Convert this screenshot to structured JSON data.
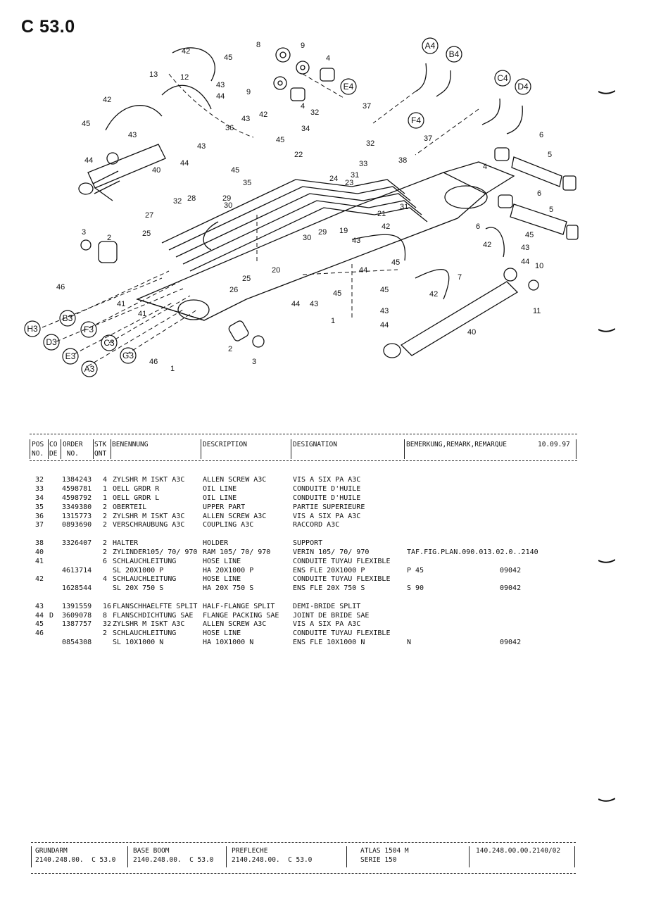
{
  "page_code": "C 53.0",
  "diagram": {
    "callouts": [
      "42",
      "45",
      "13",
      "12",
      "43",
      "44",
      "42",
      "45",
      "43",
      "44",
      "40",
      "8",
      "9",
      "4",
      "9",
      "4",
      "32",
      "37",
      "43",
      "42",
      "34",
      "36",
      "45",
      "44",
      "43",
      "45",
      "35",
      "22",
      "24",
      "23",
      "31",
      "33",
      "38",
      "32",
      "37",
      "6",
      "5",
      "4",
      "6",
      "5",
      "28",
      "29",
      "30",
      "32",
      "27",
      "25",
      "3",
      "2",
      "20",
      "19",
      "21",
      "31",
      "30",
      "29",
      "42",
      "43",
      "45",
      "44",
      "42",
      "43",
      "44",
      "7",
      "10",
      "11",
      "40",
      "46",
      "41",
      "41",
      "26",
      "25",
      "2",
      "3",
      "1",
      "45",
      "44",
      "43",
      "45",
      "42",
      "43",
      "44",
      "1",
      "46",
      "6",
      "45"
    ],
    "circle_labels": [
      "A4",
      "B4",
      "C4",
      "D4",
      "E4",
      "F4",
      "H3",
      "B3",
      "F3",
      "D3",
      "C3",
      "E3",
      "G3",
      "A3"
    ]
  },
  "table": {
    "header": {
      "pos_no": "POS\nNO.",
      "co_de": "CO\nDE",
      "order_no": "ORDER\n NO.",
      "stk_qnt": "STK\nQNT",
      "benennung": "BENENNUNG",
      "description": "DESCRIPTION",
      "designation": "DESIGNATION",
      "remark": "BEMERKUNG,REMARK,REMARQUE",
      "date": "10.09.97"
    },
    "groups": [
      [
        {
          "pos": "32",
          "co": "",
          "order": "1384243",
          "qty": "4",
          "ben": "ZYLSHR M ISKT A3C",
          "desc": "ALLEN SCREW A3C",
          "desig": "VIS A SIX PA A3C",
          "rem": "",
          "code": ""
        },
        {
          "pos": "33",
          "co": "",
          "order": "4598781",
          "qty": "1",
          "ben": "OELL GRDR R",
          "desc": "OIL LINE",
          "desig": "CONDUITE D'HUILE",
          "rem": "",
          "code": ""
        },
        {
          "pos": "34",
          "co": "",
          "order": "4598792",
          "qty": "1",
          "ben": "OELL GRDR L",
          "desc": "OIL LINE",
          "desig": "CONDUITE D'HUILE",
          "rem": "",
          "code": ""
        },
        {
          "pos": "35",
          "co": "",
          "order": "3349380",
          "qty": "2",
          "ben": "OBERTEIL",
          "desc": "UPPER PART",
          "desig": "PARTIE SUPERIEURE",
          "rem": "",
          "code": ""
        },
        {
          "pos": "36",
          "co": "",
          "order": "1315773",
          "qty": "2",
          "ben": "ZYLSHR M ISKT A3C",
          "desc": "ALLEN SCREW A3C",
          "desig": "VIS A SIX PA A3C",
          "rem": "",
          "code": ""
        },
        {
          "pos": "37",
          "co": "",
          "order": "0893690",
          "qty": "2",
          "ben": "VERSCHRAUBUNG A3C",
          "desc": "COUPLING A3C",
          "desig": "RACCORD A3C",
          "rem": "",
          "code": ""
        }
      ],
      [
        {
          "pos": "38",
          "co": "",
          "order": "3326407",
          "qty": "2",
          "ben": "HALTER",
          "desc": "HOLDER",
          "desig": "SUPPORT",
          "rem": "",
          "code": ""
        },
        {
          "pos": "40",
          "co": "",
          "order": "",
          "qty": "2",
          "ben": "ZYLINDER105/ 70/ 970",
          "desc": "RAM 105/ 70/ 970",
          "desig": "VERIN 105/ 70/ 970",
          "rem": "TAF.FIG.PLAN.090.013.02.0..2140",
          "code": ""
        },
        {
          "pos": "41",
          "co": "",
          "order": "",
          "qty": "6",
          "ben": "SCHLAUCHLEITUNG",
          "desc": "HOSE LINE",
          "desig": "CONDUITE TUYAU FLEXIBLE",
          "rem": "",
          "code": ""
        },
        {
          "pos": "",
          "co": "",
          "order": "4613714",
          "qty": "",
          "ben": "SL 20X1000 P",
          "desc": "HA 20X1000 P",
          "desig": "ENS FLE 20X1000 P",
          "rem": "P 45",
          "code": "09042"
        },
        {
          "pos": "42",
          "co": "",
          "order": "",
          "qty": "4",
          "ben": "SCHLAUCHLEITUNG",
          "desc": "HOSE LINE",
          "desig": "CONDUITE TUYAU FLEXIBLE",
          "rem": "",
          "code": ""
        },
        {
          "pos": "",
          "co": "",
          "order": "1628544",
          "qty": "",
          "ben": "SL 20X 750 S",
          "desc": "HA 20X 750 S",
          "desig": "ENS FLE 20X 750 S",
          "rem": "S 90",
          "code": "09042"
        }
      ],
      [
        {
          "pos": "43",
          "co": "",
          "order": "1391559",
          "qty": "16",
          "ben": "FLANSCHHAELFTE SPLIT",
          "desc": "HALF-FLANGE SPLIT",
          "desig": "DEMI-BRIDE SPLIT",
          "rem": "",
          "code": ""
        },
        {
          "pos": "44",
          "co": "D",
          "order": "3609078",
          "qty": "8",
          "ben": "FLANSCHDICHTUNG SAE",
          "desc": "FLANGE PACKING SAE",
          "desig": "JOINT DE BRIDE SAE",
          "rem": "",
          "code": ""
        },
        {
          "pos": "45",
          "co": "",
          "order": "1387757",
          "qty": "32",
          "ben": "ZYLSHR M ISKT A3C",
          "desc": "ALLEN SCREW A3C",
          "desig": "VIS A SIX PA A3C",
          "rem": "",
          "code": ""
        },
        {
          "pos": "46",
          "co": "",
          "order": "",
          "qty": "2",
          "ben": "SCHLAUCHLEITUNG",
          "desc": "HOSE LINE",
          "desig": "CONDUITE TUYAU FLEXIBLE",
          "rem": "",
          "code": ""
        },
        {
          "pos": "",
          "co": "",
          "order": "0854308",
          "qty": "",
          "ben": "SL 10X1000 N",
          "desc": "HA 10X1000 N",
          "desig": "ENS FLE 10X1000 N",
          "rem": "N",
          "code": "09042"
        }
      ]
    ]
  },
  "footer": {
    "de_title": "GRUNDARM",
    "de_code": "2140.248.00.  C 53.0",
    "en_title": "BASE BOOM",
    "en_code": "2140.248.00.  C 53.0",
    "fr_title": "PREFLECHE",
    "fr_code": "2140.248.00.  C 53.0",
    "machine": "ATLAS 1504 M",
    "series": "SERIE 150",
    "doc_no": "140.248.00.00.2140/02"
  }
}
